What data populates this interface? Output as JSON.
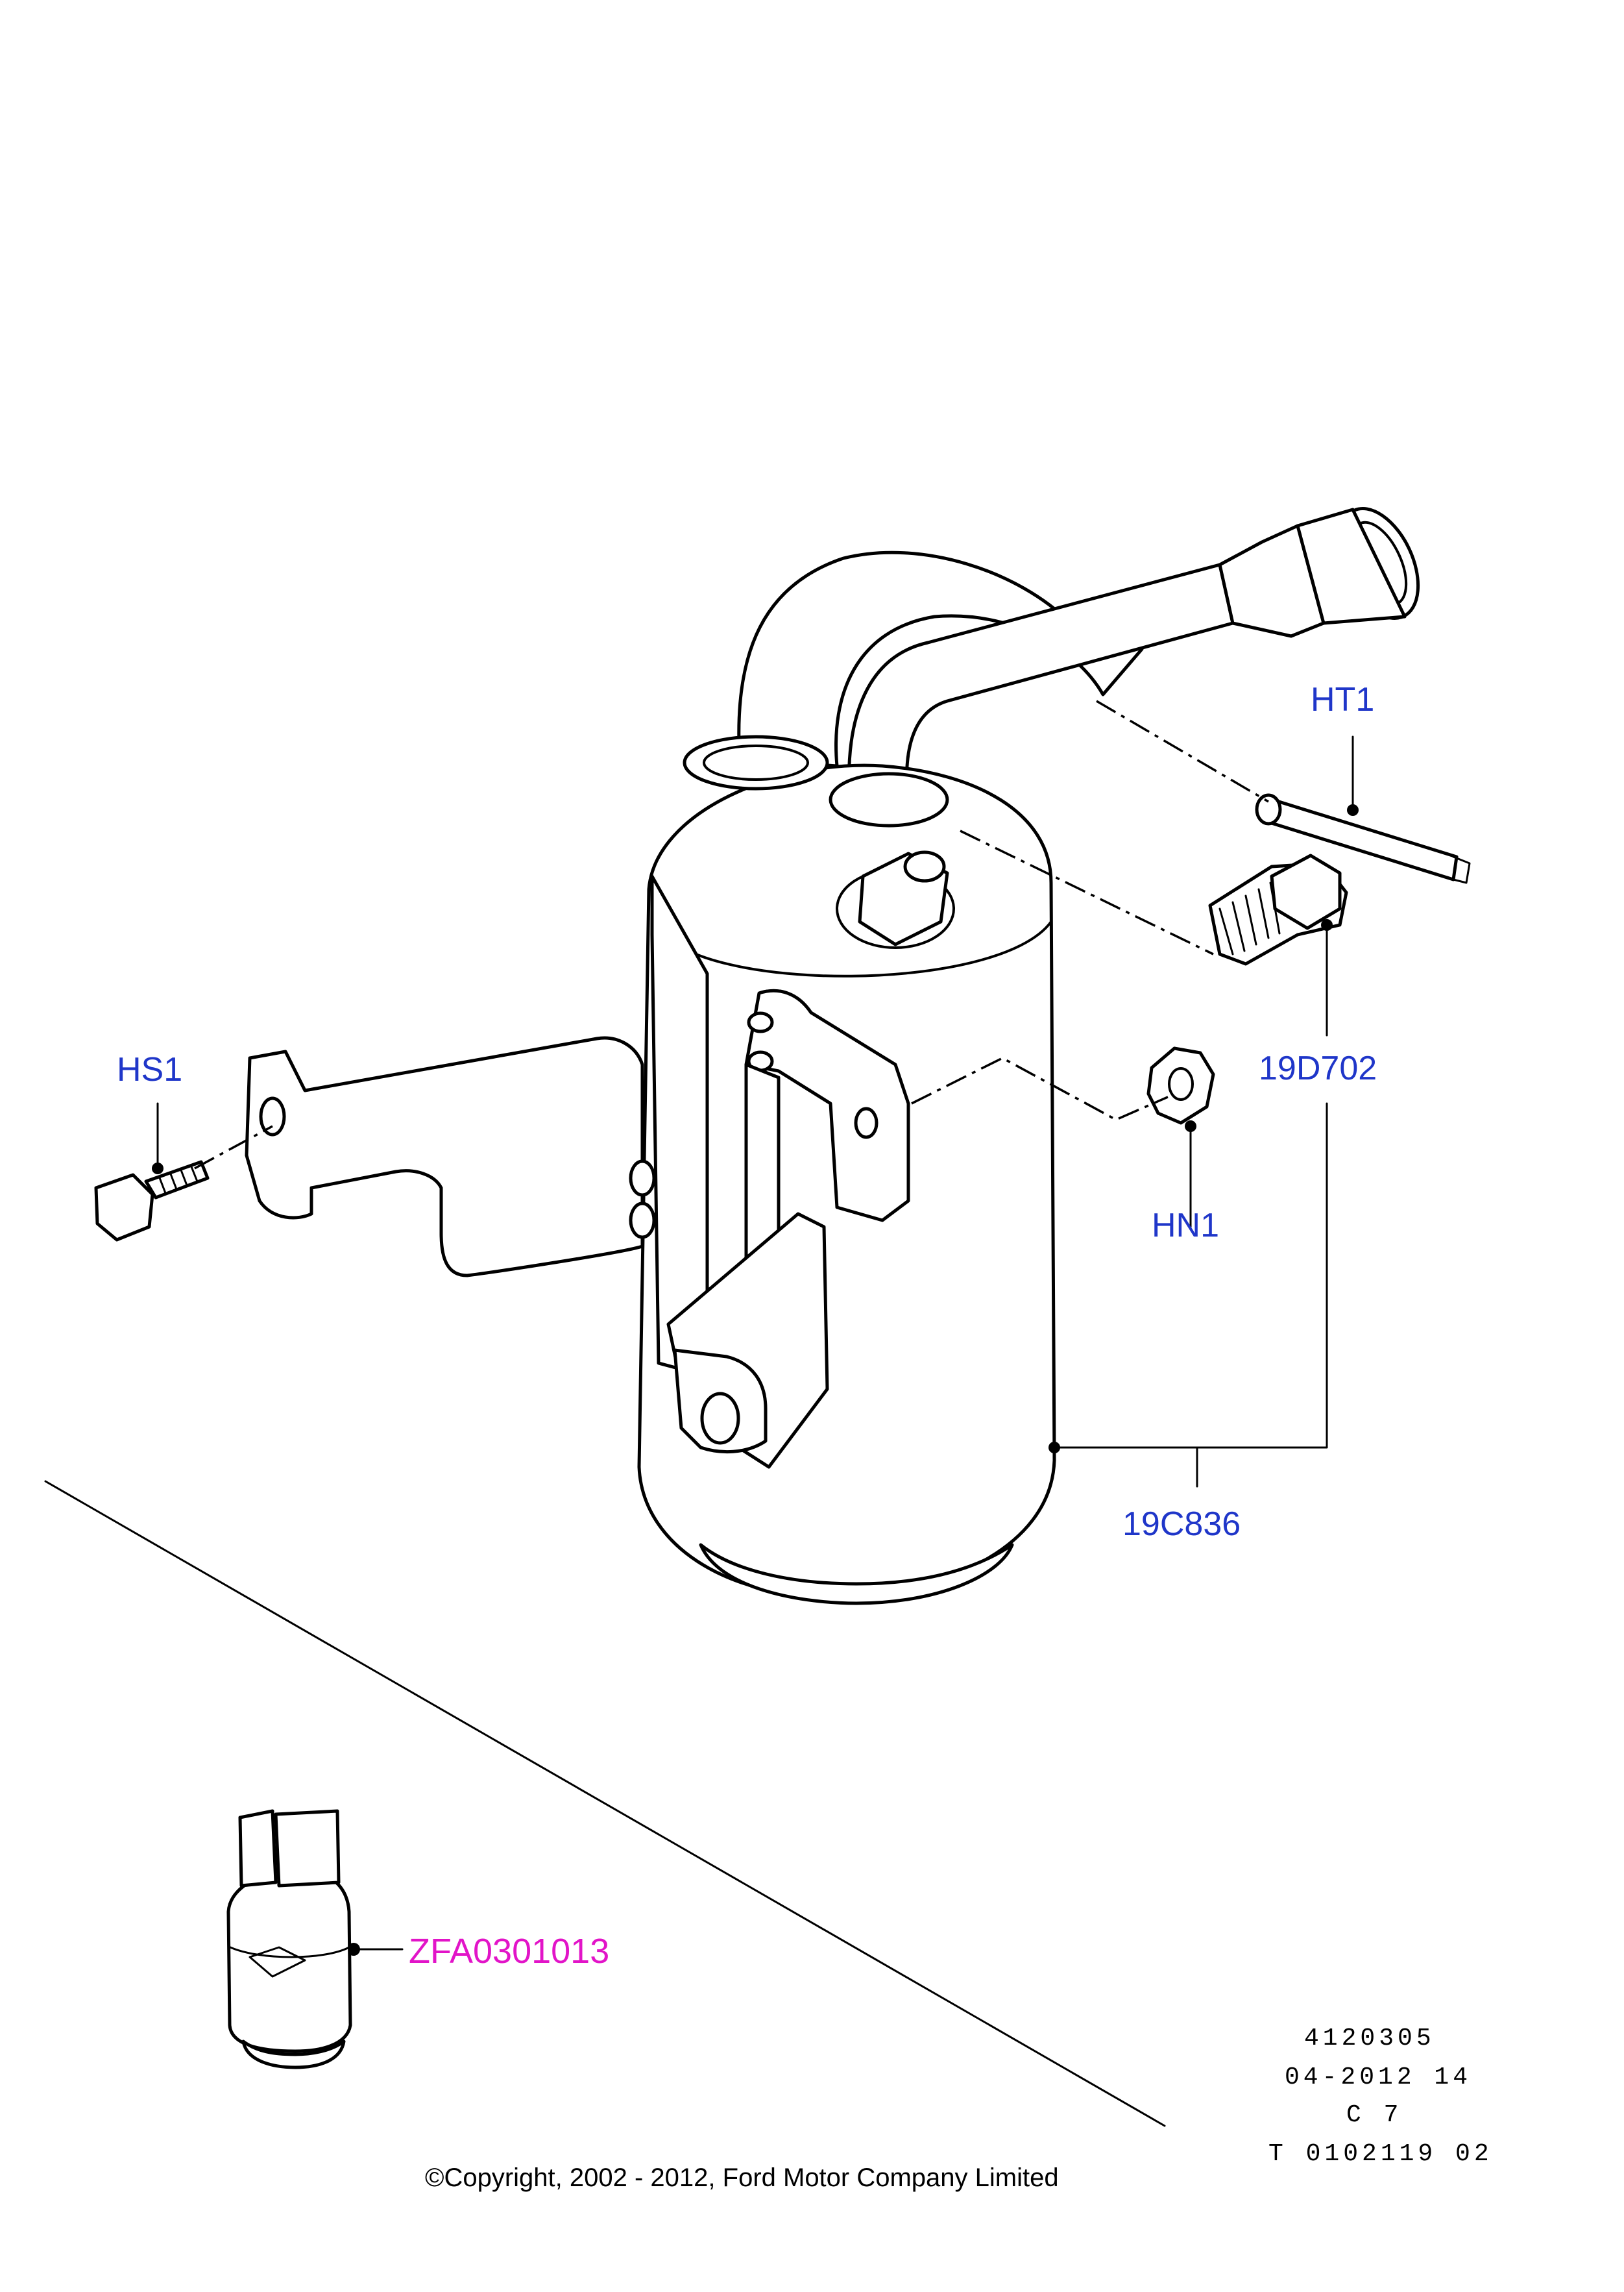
{
  "callouts": {
    "ht1": "HT1",
    "hs1": "HS1",
    "d702": "19D702",
    "hn1": "HN1",
    "c836": "19C836",
    "zfa": "ZFA0301013"
  },
  "reference": {
    "line1": "4120305",
    "line2": "04-2012 14",
    "line3": "C 7",
    "line4": "T 0102119 02"
  },
  "copyright": "©Copyright, 2002 - 2012, Ford Motor Company Limited",
  "colors": {
    "callout_blue": "#1f36c9",
    "callout_pink": "#e214c8"
  }
}
